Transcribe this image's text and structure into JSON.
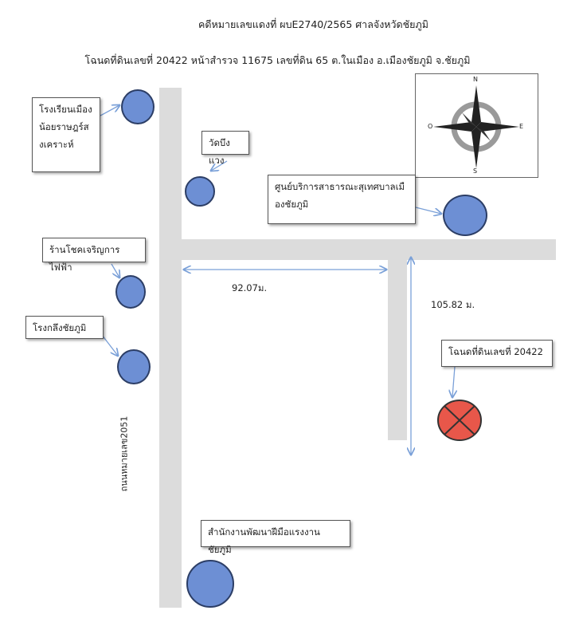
{
  "header": {
    "line1": "คดีหมายเลขแดงที่ ผบE2740/2565 ศาลจังหวัดชัยภูมิ",
    "line2": "โฉนดที่ดินเลขที่ 20422  หน้าสำรวจ 11675  เลขที่ดิน 65  ต.ในเมือง อ.เมืองชัยภูมิ จ.ชัยภูมิ"
  },
  "compass": {
    "n": "N",
    "s": "S",
    "e": "E",
    "w": "O"
  },
  "places": {
    "school": "โรงเรียนเมืองน้อยราษฎร์สงเคราะห์",
    "temple": "วัดบึงแวง",
    "center": "ศูนย์บริการสาธารณะสุเทศบาลเมืองชัยภูมิ",
    "shop": "ร้านโชคเจริญการไฟฟ้า",
    "mill": "โรงกลึงชัยภูมิ",
    "office": "สำนักงานพัฒนาฝีมือแรงงานชัยภูมิ",
    "plot": "โฉนดที่ดินเลขที่ 20422"
  },
  "distances": {
    "horizontal": "92.07ม.",
    "vertical": "105.82 ม."
  },
  "road_name": "ถนนหมายเลข2051",
  "colors": {
    "marker": "#6d8fd4",
    "target": "#e8574a",
    "road": "#dcdcdc",
    "arrow": "#7aa0d8"
  }
}
